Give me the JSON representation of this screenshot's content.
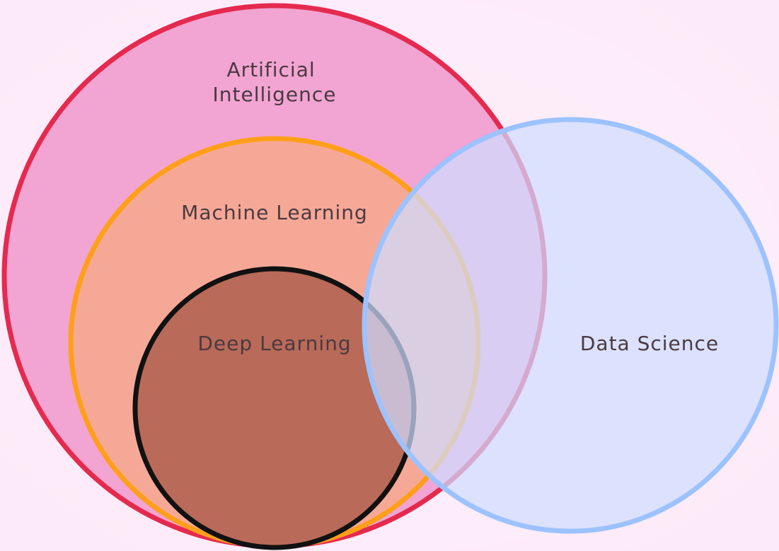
{
  "diagram": {
    "sets": [
      {
        "id": "ai",
        "label_lines": [
          "Artificial",
          "Intelligence"
        ],
        "fill": "#ee8fc6",
        "stroke": "#e52a4f"
      },
      {
        "id": "ml",
        "label_lines": [
          "Machine Learning"
        ],
        "fill": "#f6a98e",
        "stroke": "#ff9f1a"
      },
      {
        "id": "dl",
        "label_lines": [
          "Deep Learning"
        ],
        "fill": "#b96a58",
        "stroke": "#111111"
      },
      {
        "id": "ds",
        "label_lines": [
          "Data Science"
        ],
        "fill": "#cddcff",
        "stroke": "#9cc2ff"
      }
    ],
    "background": "#fde9f8"
  }
}
